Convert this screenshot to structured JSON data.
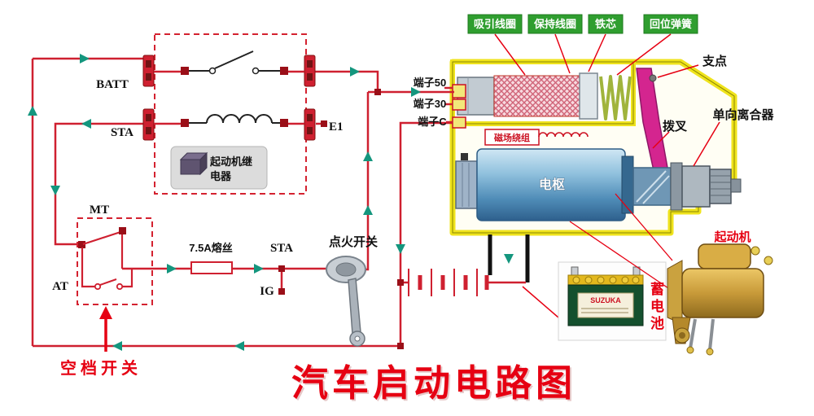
{
  "title": "汽车启动电路图",
  "relay": {
    "name_line1": "起动机继",
    "name_line2": "电器"
  },
  "terminals": {
    "batt": "BATT",
    "sta": "STA",
    "e1": "E1",
    "t50": "端子50",
    "t30": "端子30",
    "tc": "端子C"
  },
  "switches": {
    "mt": "MT",
    "at": "AT",
    "neutral": "空档开关",
    "ignition": "点火开关",
    "sta_mid": "STA",
    "ig": "IG"
  },
  "fuse": {
    "label": "7.5A熔丝"
  },
  "starter": {
    "pull_in_coil": "吸引线圈",
    "hold_in_coil": "保持线圈",
    "iron_core": "铁芯",
    "return_spring": "回位弹簧",
    "fulcrum": "支点",
    "one_way_clutch": "单向离合器",
    "shift_fork": "拨叉",
    "field_winding": "磁场绕组",
    "armature": "电枢",
    "photo_label": "起动机"
  },
  "battery": {
    "photo_label": "蓄电池",
    "brand": "SUZUKA"
  },
  "colors": {
    "wire": "#cf2030",
    "arrow": "#14967e",
    "housing": "#efe31c",
    "label_bg": "#2f9e2f",
    "title": "#e60012"
  }
}
